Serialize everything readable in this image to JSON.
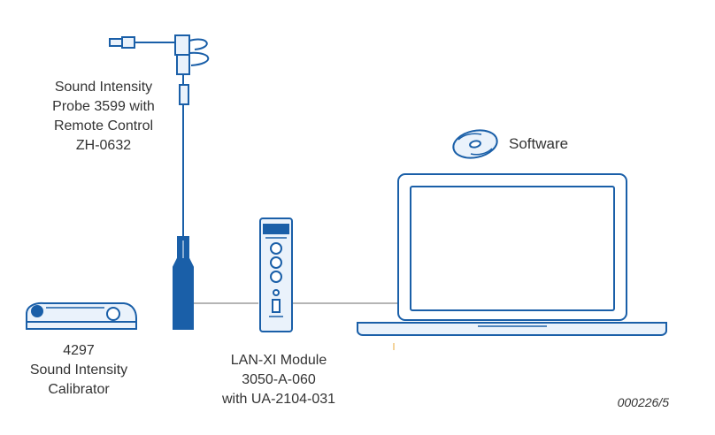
{
  "probe": {
    "line1": "Sound Intensity",
    "line2": "Probe 3599 with",
    "line3": "Remote Control",
    "line4": "ZH-0632"
  },
  "calibrator": {
    "line1": "4297",
    "line2": "Sound Intensity",
    "line3": "Calibrator"
  },
  "module": {
    "line1": "LAN-XI Module",
    "line2": "3050-A-060",
    "line3": "with UA-2104-031"
  },
  "software": {
    "label": "Software",
    "icon": "software-disc-icon"
  },
  "figure_id": "000226/5",
  "colors": {
    "device_stroke": "#1a5fa8",
    "device_fill_light": "#eaf2fb",
    "cable": "#b5b5b5",
    "text": "#333333"
  }
}
